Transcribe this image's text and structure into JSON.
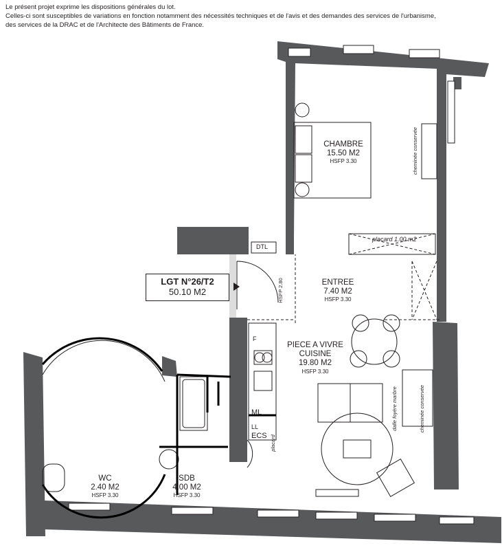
{
  "notice": {
    "lines": [
      "Le présent projet exprime les dispositions générales du lot.",
      "Celles-ci sont susceptibles de variations en fonction notamment des nécessités techniques et de l'avis et des demandes des services de l'urbanisme,",
      "des services de la DRAC et de l'Architecte des Bâtiments de France."
    ]
  },
  "lot": {
    "title": "LGT N°26/T2",
    "area": "50.10 M2"
  },
  "rooms": {
    "chambre": {
      "name": "CHAMBRE",
      "area": "15.50 M2",
      "hsfp": "HSFP 3.30"
    },
    "entree": {
      "name": "ENTREE",
      "area": "7.40 M2",
      "hsfp": "HSFP 3.30"
    },
    "piece": {
      "name": "PIECE A VIVRE",
      "name2": "CUISINE",
      "area": "19.80 M2",
      "hsfp": "HSFP 3.30"
    },
    "wc": {
      "name": "WC",
      "area": "2.40 M2",
      "hsfp": "HSFP 3.30"
    },
    "sdb": {
      "name": "SDB",
      "area": "4.00 M2",
      "hsfp": "HSFP 3.30"
    }
  },
  "annotations": {
    "cheminee1": "cheminée conservée",
    "cheminee2": "cheminée conservée",
    "dalle": "dalle foyère marbre",
    "placard1": "placard 1.00 m2",
    "placard2": "placard",
    "dtl": "DTL",
    "hsfp_entry": "HSFP 2.80",
    "frigo": "F",
    "ml": "ML",
    "ll": "LL",
    "ecs": "ECS"
  },
  "colors": {
    "wall": "#58595b",
    "line": "#231f20",
    "partition": "#000000"
  }
}
